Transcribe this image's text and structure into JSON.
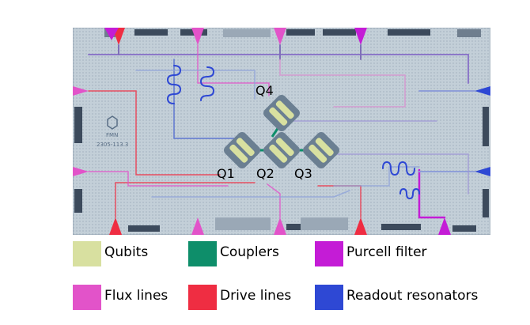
{
  "chip": {
    "logo_text": "FMN",
    "serial": "2305-113.3",
    "qubits": [
      "Q1",
      "Q2",
      "Q3",
      "Q4"
    ]
  },
  "legend": [
    {
      "label": "Qubits",
      "color": "#d8e0a0"
    },
    {
      "label": "Couplers",
      "color": "#0e8e6a"
    },
    {
      "label": "Purcell filter",
      "color": "#c41cd6"
    },
    {
      "label": "Flux lines",
      "color": "#e253c9"
    },
    {
      "label": "Drive lines",
      "color": "#ef2d42"
    },
    {
      "label": "Readout resonators",
      "color": "#2e48d4"
    }
  ]
}
